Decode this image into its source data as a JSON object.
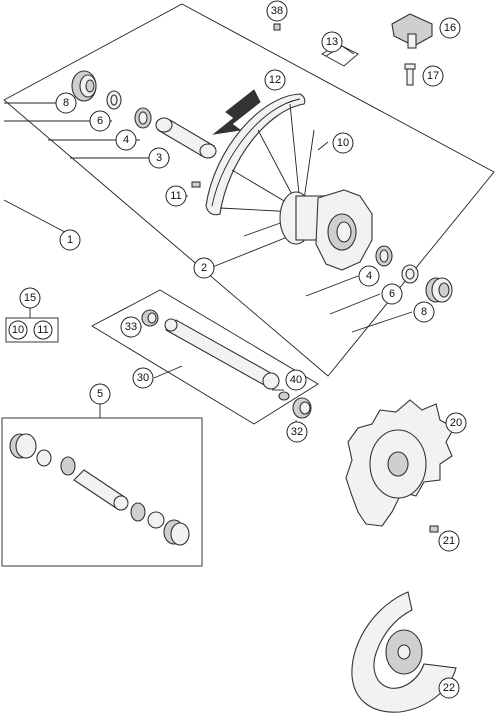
{
  "callouts": {
    "c38": "38",
    "c16": "16",
    "c13": "13",
    "c17": "17",
    "c8a": "8",
    "c12": "12",
    "c6a": "6",
    "c4a": "4",
    "c3": "3",
    "c10a": "10",
    "c11a": "11",
    "c1": "1",
    "c2": "2",
    "c4b": "4",
    "c6b": "6",
    "c8b": "8",
    "c15": "15",
    "c10b": "10",
    "c11b": "11",
    "c33": "33",
    "c30": "30",
    "c40": "40",
    "c32": "32",
    "c5": "5",
    "c20": "20",
    "c21": "21",
    "c22": "22"
  },
  "colors": {
    "line": "#222222",
    "part_fill": "#f2f2f2",
    "dark_fill": "#cfcfcf",
    "arrow": "#333333"
  }
}
